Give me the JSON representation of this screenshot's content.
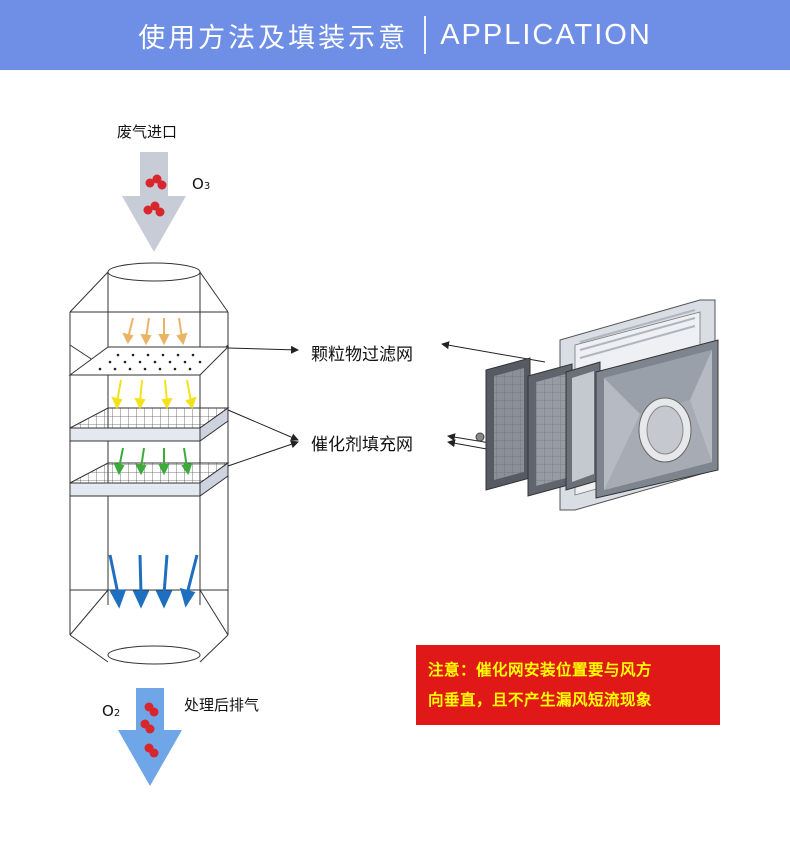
{
  "header": {
    "title_zh": "使用方法及填装示意",
    "title_en": "APPLICATION"
  },
  "labels": {
    "inlet": "废气进口",
    "o3": "O",
    "o3_sub": "3",
    "particle_filter": "颗粒物过滤网",
    "catalyst_mesh": "催化剂填充网",
    "o2": "O",
    "o2_sub": "2",
    "outlet": "处理后排气"
  },
  "notice": {
    "line1": "注意：催化网安装位置要与风方",
    "line2": "向垂直，且不产生漏风短流现象"
  },
  "colors": {
    "header_bg": "#6f8fe6",
    "notice_bg": "#e01818",
    "notice_text": "#ffff00",
    "molecule": "#d8262d",
    "arrow_top": "#e9b565",
    "arrow_mid": "#f2e21a",
    "arrow_green": "#3bab3a",
    "arrow_blue": "#1e6fbf",
    "inlet_arrow": "#c8ccd6",
    "outlet_arrow": "#6fa6e8"
  }
}
